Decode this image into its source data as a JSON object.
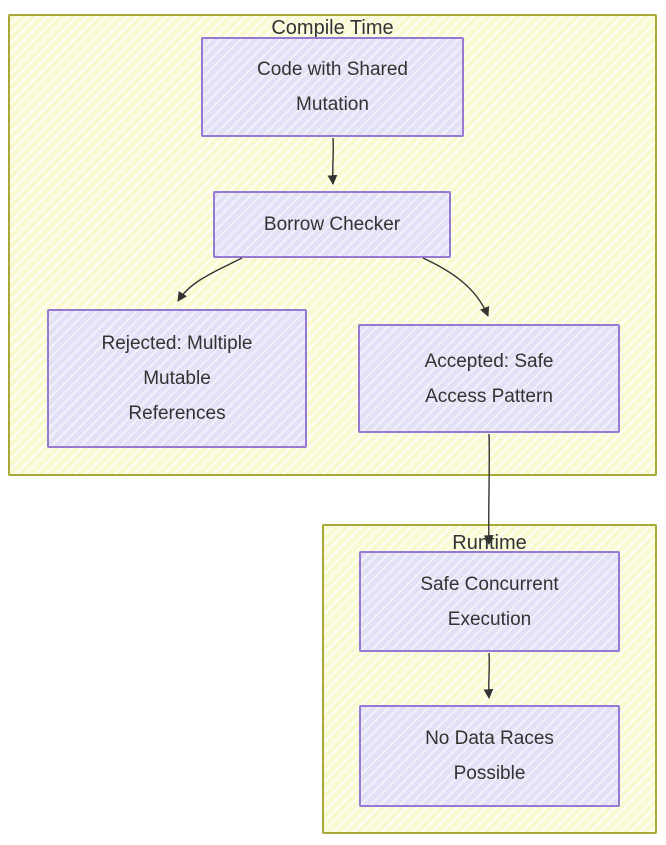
{
  "clusters": {
    "compile_time": {
      "label": "Compile Time"
    },
    "runtime": {
      "label": "Runtime"
    }
  },
  "nodes": {
    "code_with_shared_mutation": {
      "label": "Code with Shared\nMutation"
    },
    "borrow_checker": {
      "label": "Borrow Checker"
    },
    "rejected_multiple_mutable_references": {
      "label": "Rejected: Multiple\nMutable\nReferences"
    },
    "accepted_safe_access_pattern": {
      "label": "Accepted: Safe\nAccess Pattern"
    },
    "safe_concurrent_execution": {
      "label": "Safe Concurrent\nExecution"
    },
    "no_data_races_possible": {
      "label": "No Data Races\nPossible"
    }
  },
  "edges": [
    {
      "from": "code_with_shared_mutation",
      "to": "borrow_checker"
    },
    {
      "from": "borrow_checker",
      "to": "rejected_multiple_mutable_references"
    },
    {
      "from": "borrow_checker",
      "to": "accepted_safe_access_pattern"
    },
    {
      "from": "accepted_safe_access_pattern",
      "to": "safe_concurrent_execution"
    },
    {
      "from": "safe_concurrent_execution",
      "to": "no_data_races_possible"
    }
  ],
  "colors": {
    "cluster_fill": "#f9f9d2",
    "cluster_border": "#a9a938",
    "node_fill": "#e3e1f5",
    "node_border": "#9778d2",
    "edge": "#333333",
    "text": "#333333"
  }
}
